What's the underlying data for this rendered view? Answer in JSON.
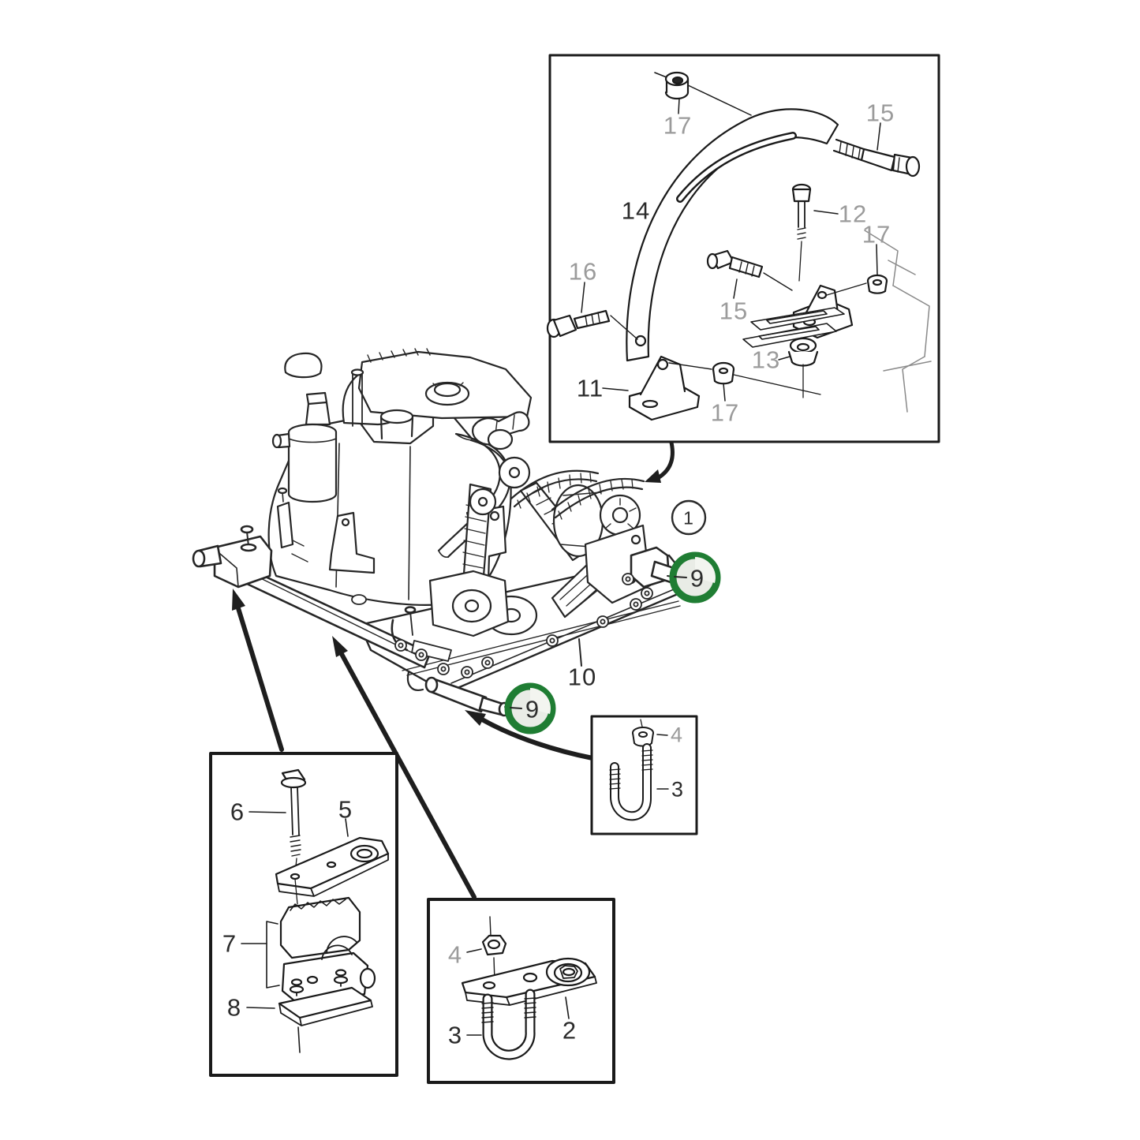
{
  "diagram_type": "exploded-parts-diagram",
  "palette": {
    "line": "#262626",
    "ghost_line": "#8a8a8a",
    "label_black": "#2b2b2b",
    "label_gray": "#9b9b9b",
    "green_ring": "#1f7d33",
    "green_fill": "#e9ece6",
    "background": "#ffffff"
  },
  "main_view": {
    "assembly_callout": {
      "text": "1",
      "tone": "black"
    },
    "frame_part_label": {
      "text": "10",
      "tone": "black"
    },
    "green_markers": [
      {
        "text": "9"
      },
      {
        "text": "9"
      }
    ]
  },
  "insets": {
    "top_right": {
      "name": "alternator-bracket-exploded-view",
      "labels": [
        {
          "text": "17",
          "tone": "gray"
        },
        {
          "text": "15",
          "tone": "gray"
        },
        {
          "text": "14",
          "tone": "black"
        },
        {
          "text": "12",
          "tone": "gray"
        },
        {
          "text": "17",
          "tone": "gray"
        },
        {
          "text": "16",
          "tone": "gray"
        },
        {
          "text": "15",
          "tone": "gray"
        },
        {
          "text": "13",
          "tone": "gray"
        },
        {
          "text": "11",
          "tone": "black"
        },
        {
          "text": "17",
          "tone": "gray"
        }
      ]
    },
    "bottom_left": {
      "name": "pipe-clamp-exploded-view",
      "labels": [
        {
          "text": "6",
          "tone": "black"
        },
        {
          "text": "5",
          "tone": "black"
        },
        {
          "text": "7",
          "tone": "black"
        },
        {
          "text": "8",
          "tone": "black"
        }
      ]
    },
    "bottom_middle": {
      "name": "bracket-u-bolt-exploded-view",
      "labels": [
        {
          "text": "4",
          "tone": "gray"
        },
        {
          "text": "2",
          "tone": "black"
        },
        {
          "text": "3",
          "tone": "black"
        }
      ]
    },
    "middle_right_small": {
      "name": "u-bolt-nut-view",
      "labels": [
        {
          "text": "4",
          "tone": "gray"
        },
        {
          "text": "3",
          "tone": "black"
        }
      ]
    }
  }
}
